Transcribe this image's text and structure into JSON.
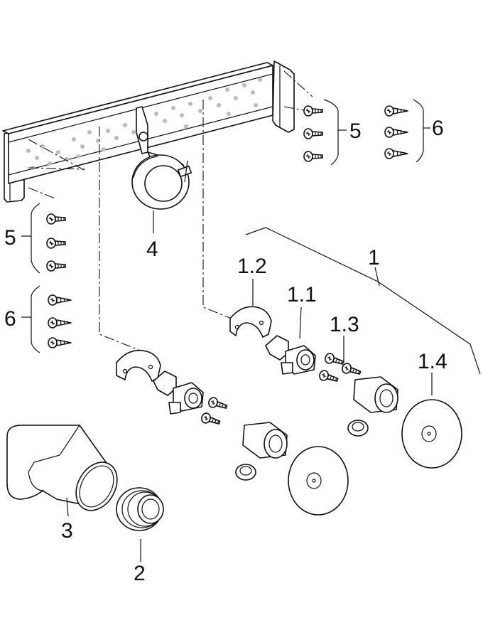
{
  "labels": {
    "kit": "1",
    "elbow": "1.1",
    "plate": "1.2",
    "screws": "1.3",
    "rosette": "1.4",
    "sleeve": "2",
    "spout": "3",
    "clamp": "4",
    "bolts_right": "5",
    "wood_screws_right": "6",
    "bolts_left": "5",
    "wood_screws_left": "6"
  }
}
